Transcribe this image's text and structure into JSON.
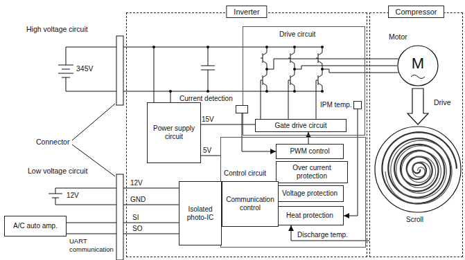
{
  "diagram": {
    "nodes": [
      {
        "text": [
          "Inverter"
        ]
      },
      {
        "text": [
          "Drive circuit"
        ],
        "in": 0
      },
      {
        "text": [
          "Current detection"
        ],
        "in": 0
      },
      {
        "text": [
          "IPM temp."
        ],
        "in": 1
      },
      {
        "text": [
          "Gate drive circuit"
        ],
        "in": 1
      },
      {
        "text": [
          "Power supply circuit"
        ],
        "in": 0
      },
      {
        "text": [
          "Control circuit"
        ],
        "in": 0
      },
      {
        "text": [
          "PWM control"
        ],
        "in": 6
      },
      {
        "text": [
          "Over current protection"
        ],
        "in": 6
      },
      {
        "text": [
          "Voltage protection"
        ],
        "in": 6
      },
      {
        "text": [
          "Heat protection"
        ],
        "in": 6
      },
      {
        "text": [
          "Communication control"
        ],
        "in": 6
      },
      {
        "text": [
          "Isolated photo-IC"
        ],
        "in": 0
      },
      {
        "text": [
          "Compressor"
        ]
      },
      {
        "text": [
          "Motor",
          "M"
        ],
        "in": 13
      },
      {
        "text": [
          "Scroll"
        ],
        "in": 13
      },
      {
        "text": [
          "A/C auto amp."
        ]
      }
    ],
    "edges": [
      {
        "from": 1,
        "to": 14,
        "arrow": "none"
      },
      {
        "from": 5,
        "to": 4,
        "label": "15V",
        "arrow": "none"
      },
      {
        "from": 5,
        "to": 6,
        "label": "5V",
        "arrow": "none"
      },
      {
        "from": 2,
        "to": 7,
        "arrow": "to"
      },
      {
        "from": 7,
        "to": 4,
        "arrow": "to"
      },
      {
        "from": 3,
        "to": 10,
        "arrow": "to"
      },
      {
        "from": 13,
        "to": 10,
        "label": "Discharge temp.",
        "arrow": "to"
      },
      {
        "from": 12,
        "to": 11,
        "arrow": "none"
      },
      {
        "from": 16,
        "to": 12,
        "label": "SI",
        "arrow": "none"
      },
      {
        "from": 16,
        "to": 12,
        "label": "SO",
        "arrow": "none"
      },
      {
        "from": 14,
        "to": 15,
        "label": "Drive",
        "arrow": "to"
      }
    ],
    "labels": [
      "High voltage circuit",
      "345V",
      "Connector",
      "Low voltage circuit",
      "12V",
      "12V",
      "GND",
      "UART communication"
    ]
  }
}
